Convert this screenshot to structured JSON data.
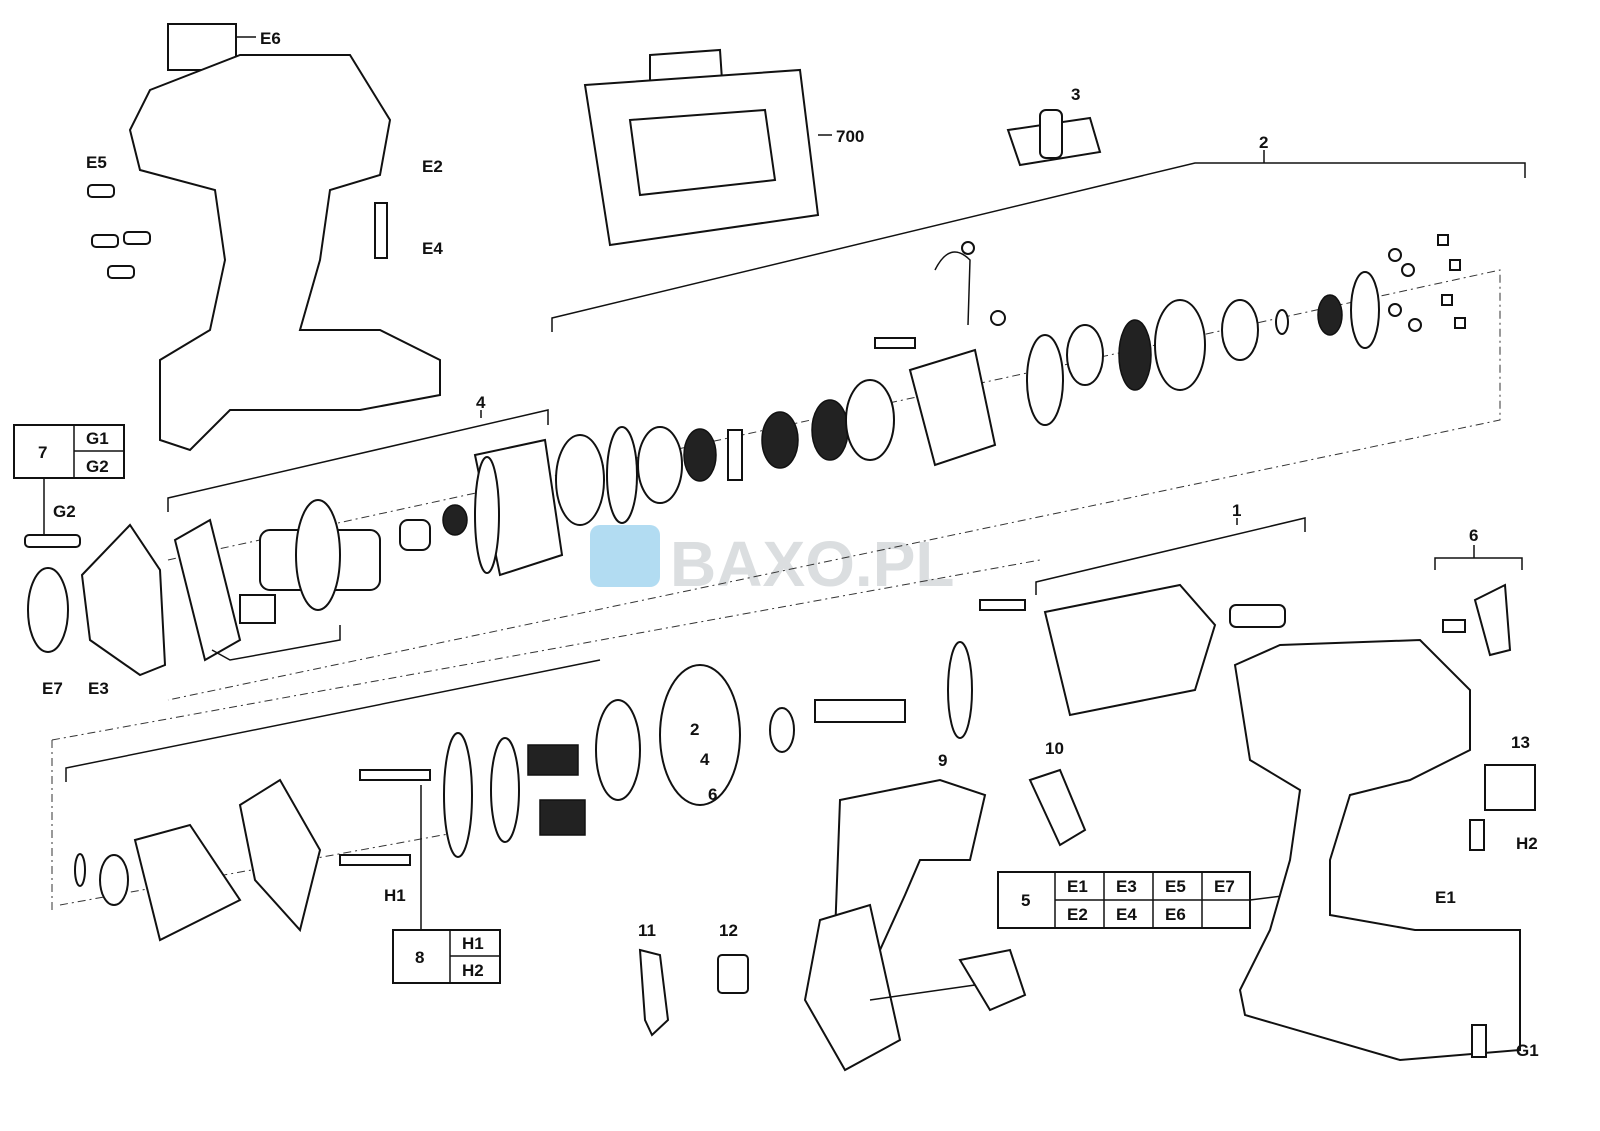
{
  "watermark": "BAXO.PL",
  "labels": {
    "e6": "E6",
    "e5": "E5",
    "e2": "E2",
    "e4": "E4",
    "case": "700",
    "p3": "3",
    "p2": "2",
    "p4": "4",
    "g2": "G2",
    "e7": "E7",
    "e3": "E3",
    "p1": "1",
    "p6": "6",
    "p10": "10",
    "p9": "9",
    "p13": "13",
    "h2": "H2",
    "e1": "E1",
    "g1": "G1",
    "h1": "H1",
    "p11": "11",
    "p12": "12"
  },
  "kit7": {
    "number": "7",
    "items": [
      "G1",
      "G2"
    ]
  },
  "kit8": {
    "number": "8",
    "items": [
      "H1",
      "H2"
    ]
  },
  "kit5": {
    "number": "5",
    "row1": [
      "E1",
      "E3",
      "E5",
      "E7"
    ],
    "row2": [
      "E2",
      "E4",
      "E6",
      ""
    ]
  },
  "gear_dial": [
    "2",
    "4",
    "6"
  ]
}
